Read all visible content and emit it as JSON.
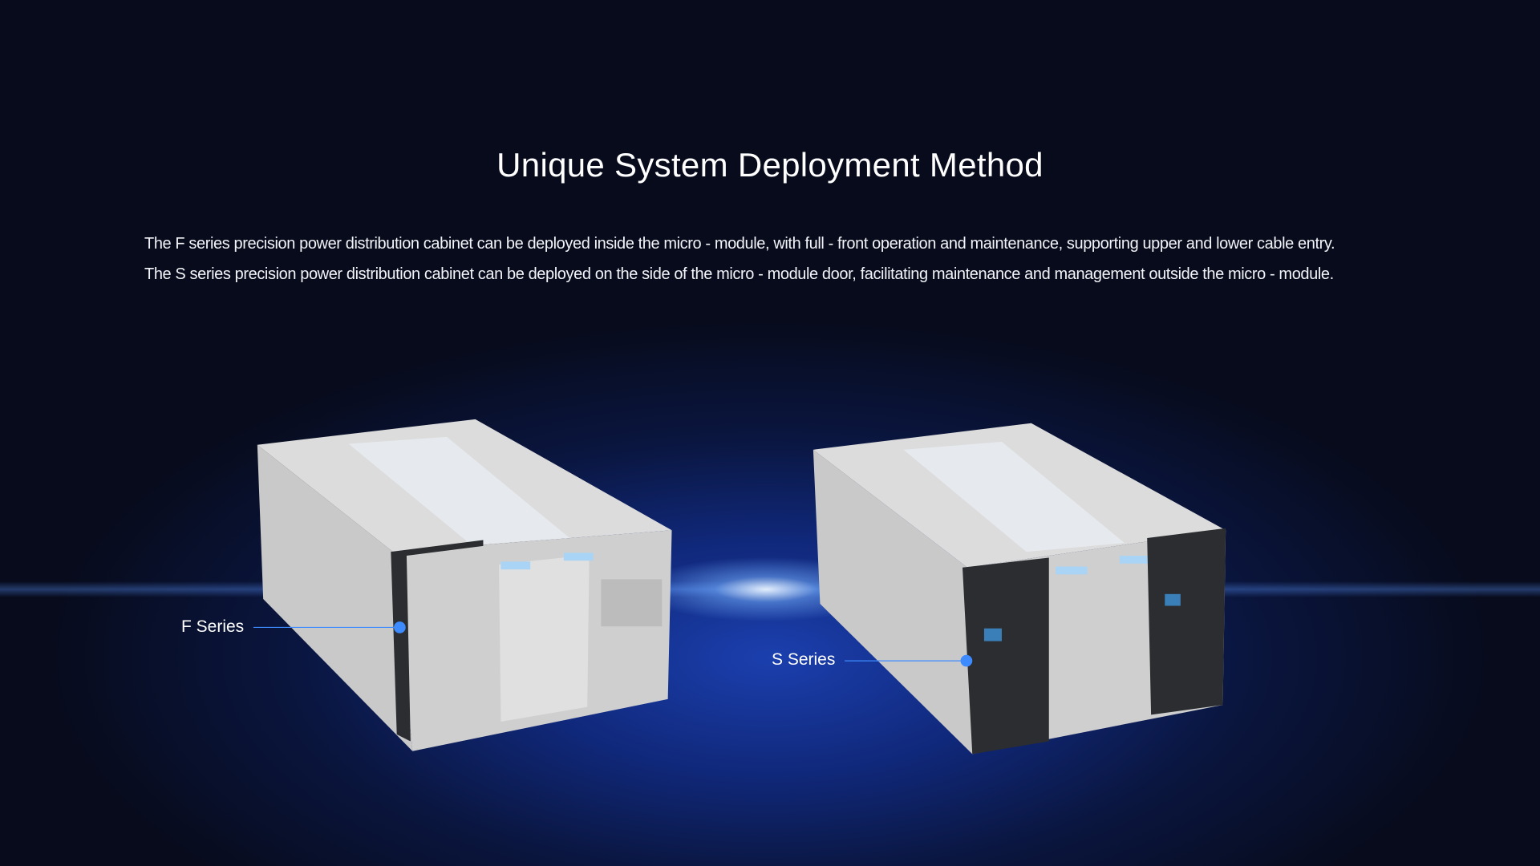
{
  "title": "Unique System Deployment Method",
  "description": [
    "The F series precision power distribution cabinet can be deployed inside the micro - module, with full - front operation and maintenance, supporting upper and lower cable entry.",
    "The S series precision power distribution cabinet can be deployed on the side of the micro - module door, facilitating maintenance and management outside the micro - module."
  ],
  "callouts": {
    "f_series": "F Series",
    "s_series": "S Series"
  },
  "colors": {
    "accent": "#3d8bff",
    "background": "#070b1c",
    "cabinet_dark": "#2b2d31"
  }
}
